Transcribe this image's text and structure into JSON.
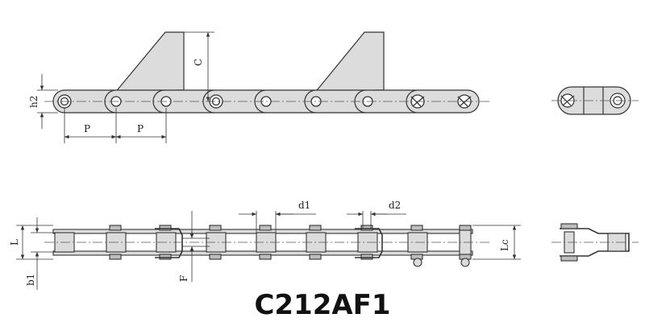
{
  "title": "C212AF1",
  "labels": {
    "h2": "h2",
    "p1": "P",
    "p2": "P",
    "c": "C",
    "l": "L",
    "b1": "b1",
    "f": "F",
    "d1": "d1",
    "d2": "d2",
    "lc": "Lc"
  },
  "colors": {
    "plate_fill": "#dcdcdc",
    "outline": "#333333",
    "centerline": "#555555",
    "background": "#ffffff"
  }
}
